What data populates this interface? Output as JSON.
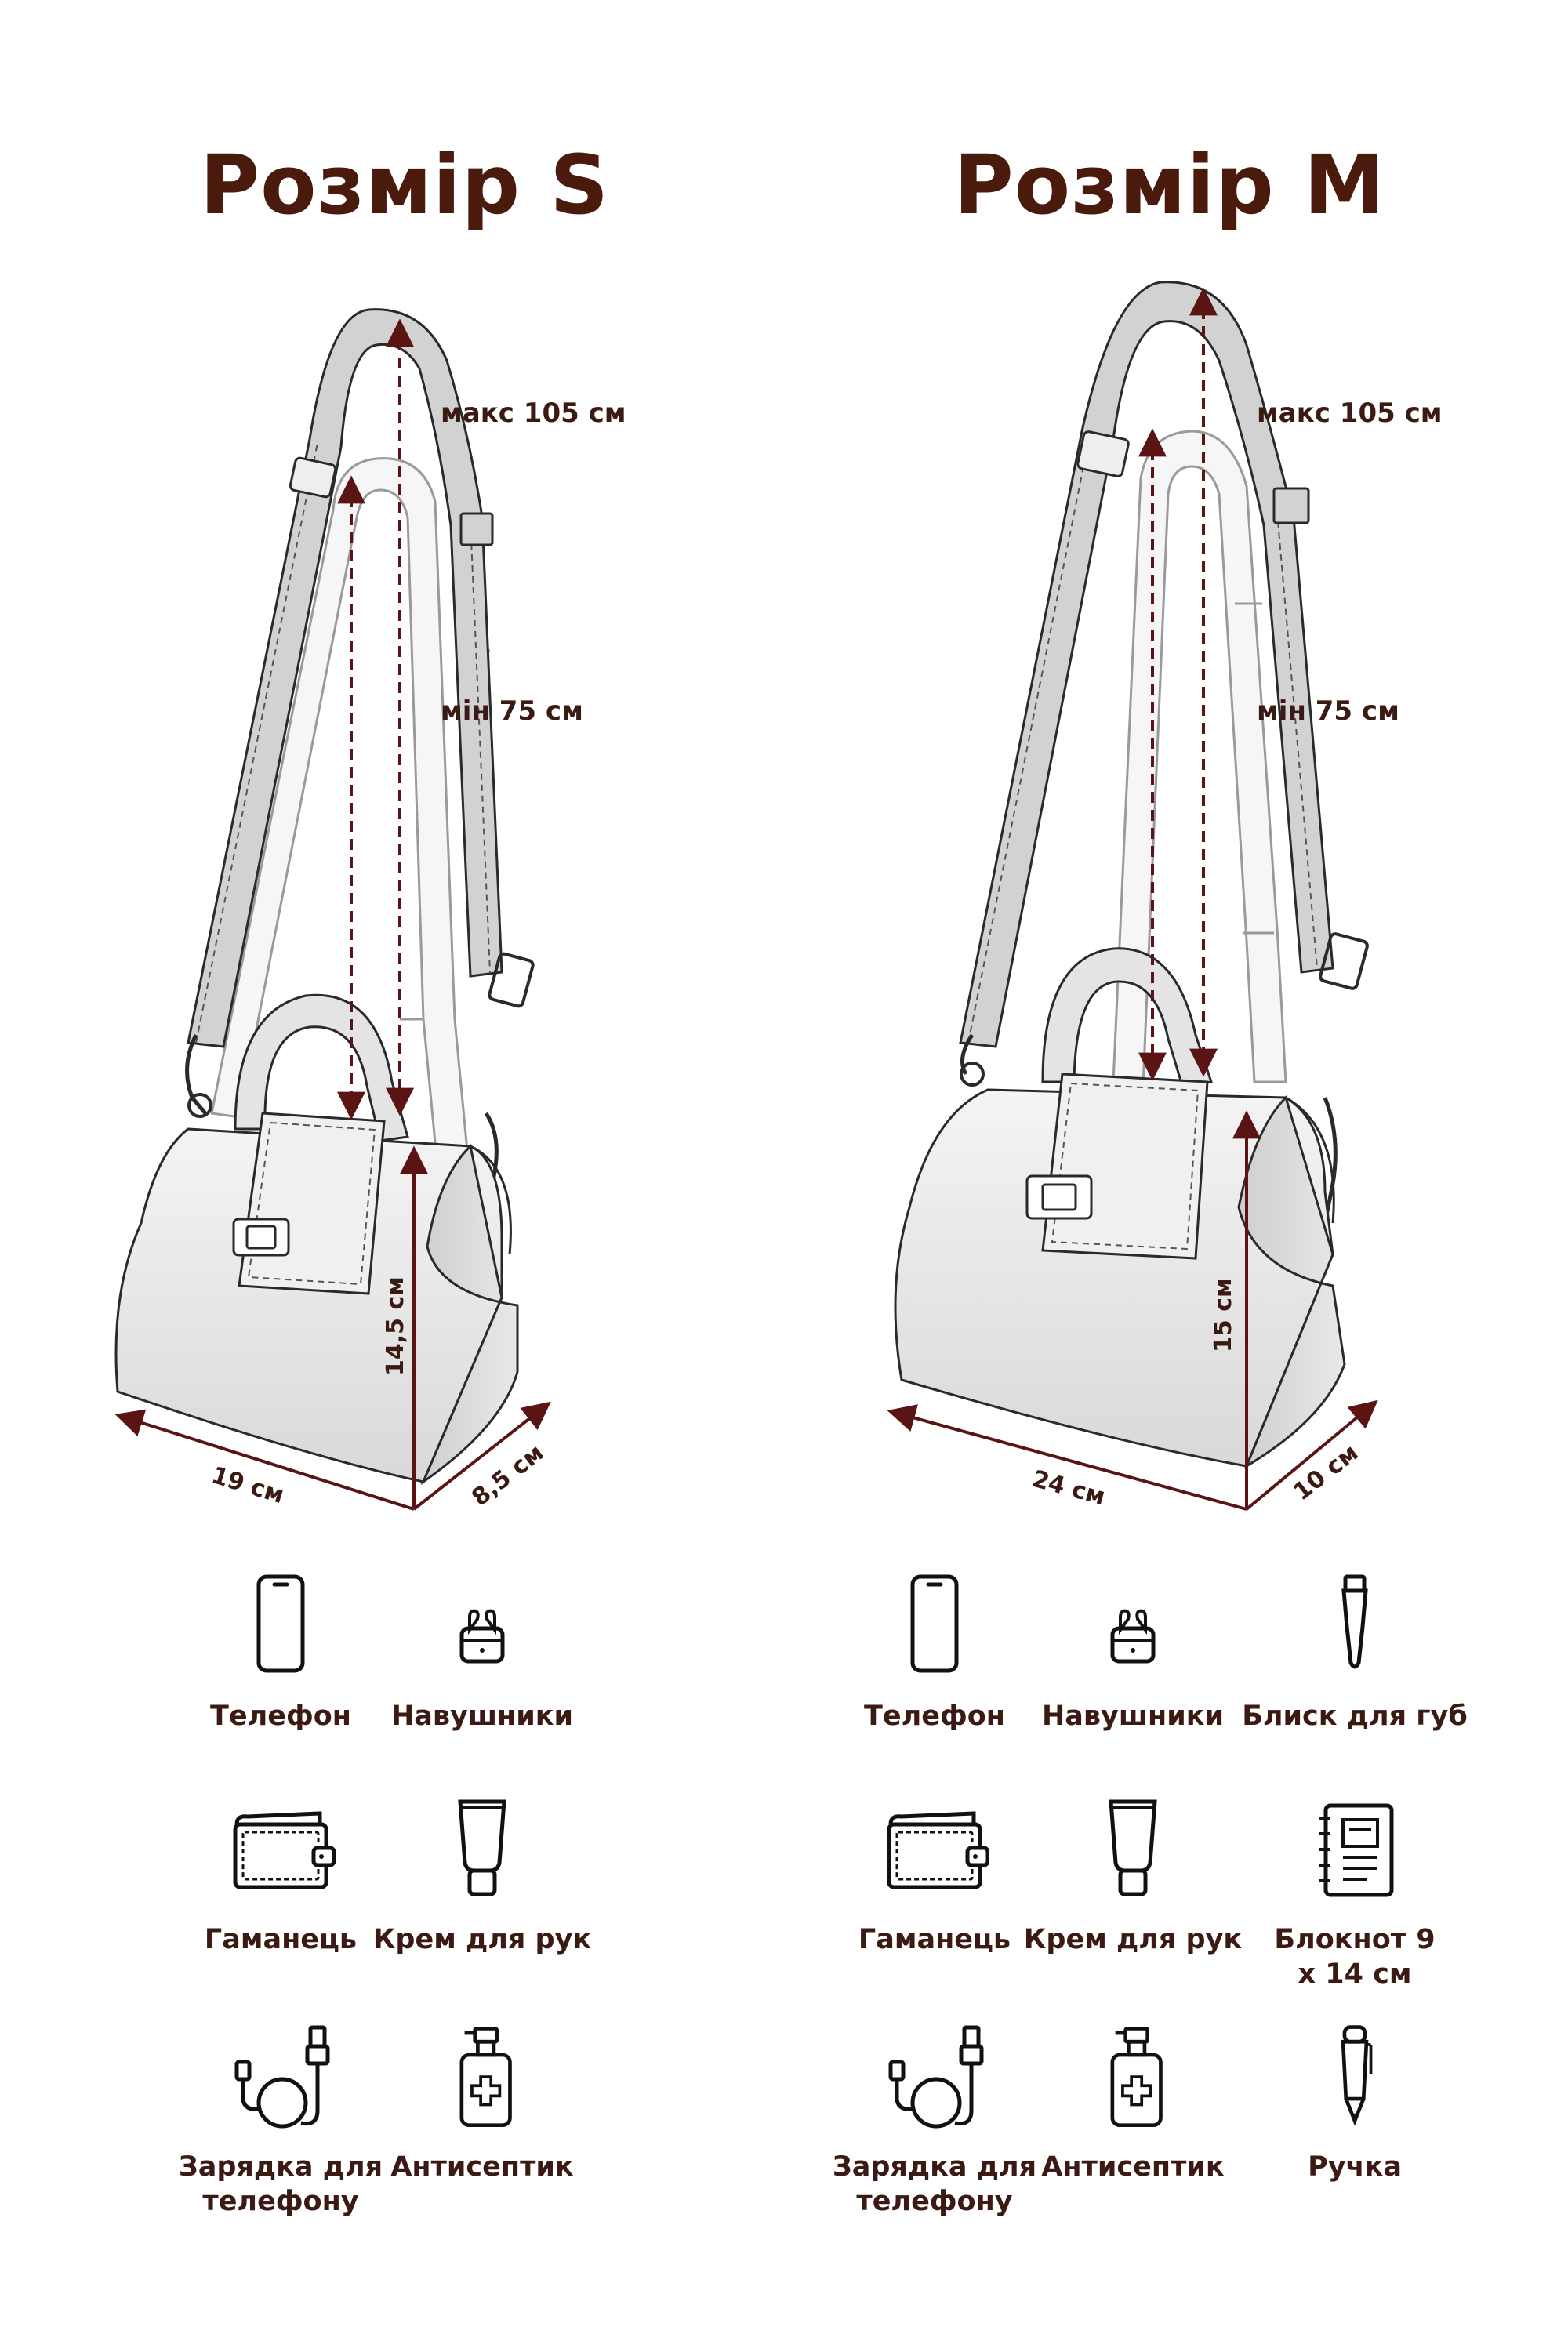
{
  "sizes": [
    {
      "title": "Розмір S",
      "strap_max": "макс 105 см",
      "strap_min": "мін 75 см",
      "height": "14,5 см",
      "width": "19 см",
      "depth": "8,5 см",
      "items": [
        {
          "label": "Телефон",
          "icon": "phone-icon"
        },
        {
          "label": "Навушники",
          "icon": "earbuds-icon"
        },
        {
          "label": "Гаманець",
          "icon": "wallet-icon"
        },
        {
          "label": "Крем для рук",
          "icon": "cream-tube-icon"
        },
        {
          "label": "Зарядка для телефону",
          "icon": "charger-cable-icon"
        },
        {
          "label": "Антисептик",
          "icon": "antiseptic-icon"
        }
      ]
    },
    {
      "title": "Розмір М",
      "strap_max": "макс 105 см",
      "strap_min": "мін 75 см",
      "height": "15 см",
      "width": "24 см",
      "depth": "10 см",
      "items": [
        {
          "label": "Телефон",
          "icon": "phone-icon"
        },
        {
          "label": "Навушники",
          "icon": "earbuds-icon"
        },
        {
          "label": "Блиск для губ",
          "icon": "lip-gloss-icon"
        },
        {
          "label": "Гаманець",
          "icon": "wallet-icon"
        },
        {
          "label": "Крем для рук",
          "icon": "cream-tube-icon"
        },
        {
          "label": "Блокнот 9 х 14 см",
          "icon": "notebook-icon"
        },
        {
          "label": "Зарядка для телефону",
          "icon": "charger-cable-icon"
        },
        {
          "label": "Антисептик",
          "icon": "antiseptic-icon"
        },
        {
          "label": "Ручка",
          "icon": "pen-icon"
        }
      ]
    }
  ],
  "colors": {
    "title": "#4a1a0d",
    "dimension": "#5a1414",
    "text": "#3a1a12",
    "line": "#2a2a2a"
  }
}
